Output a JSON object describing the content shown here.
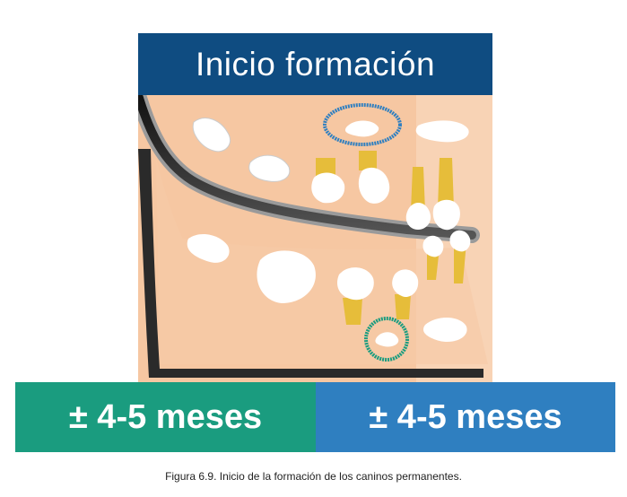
{
  "figure": {
    "title": "Inicio formación",
    "left_label": "± 4-5 meses",
    "right_label": "± 4-5 meses",
    "caption": "Figura 6.9. Inicio de la formación de los caninos permanentes."
  },
  "colors": {
    "title_bg": "#0f4c81",
    "left_bar_bg": "#1a9c7f",
    "right_bar_bg": "#2f7fc0",
    "skin": "#f6c7a2",
    "upper_circle": "#2f7fc0",
    "lower_circle": "#1a9c7f",
    "root_yellow": "#e6bd3a"
  }
}
